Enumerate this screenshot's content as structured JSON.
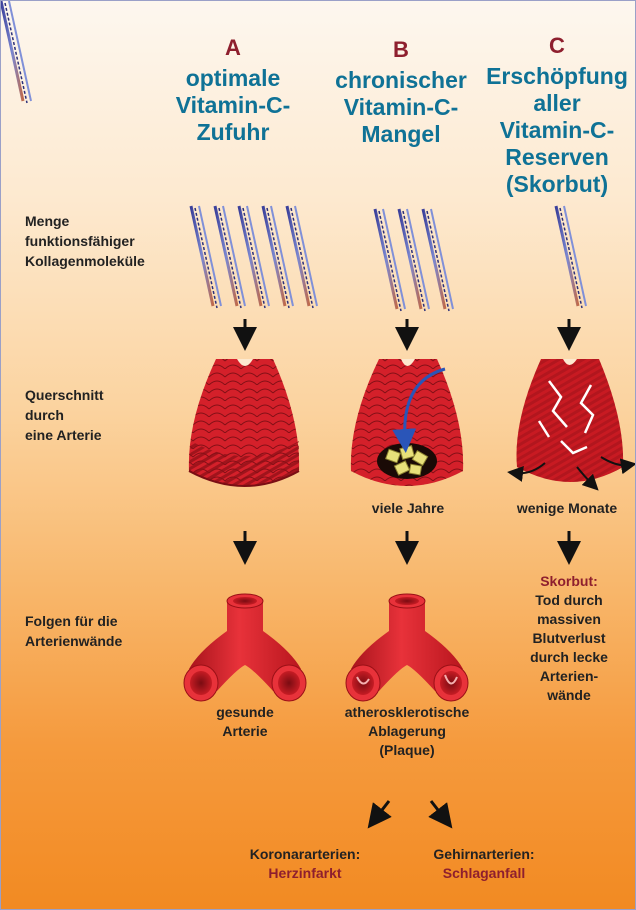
{
  "columns": [
    {
      "letter": "A",
      "title_lines": [
        "optimale",
        "Vitamin-C-",
        "Zufuhr"
      ]
    },
    {
      "letter": "B",
      "title_lines": [
        "chronischer",
        "Vitamin-C-",
        "Mangel"
      ]
    },
    {
      "letter": "C",
      "title_lines": [
        "Erschöpfung",
        "aller",
        "Vitamin-C-",
        "Reserven",
        "(Skorbut)"
      ]
    }
  ],
  "row_labels": {
    "collagen": [
      "Menge",
      "funktionsfähiger",
      "Kollagenmoleküle"
    ],
    "cross_section": [
      "Querschnitt",
      "durch",
      "eine Arterie"
    ],
    "consequences": [
      "Folgen für die",
      "Arterienwände"
    ]
  },
  "time_labels": {
    "b": "viele Jahre",
    "c": "wenige Monate"
  },
  "outcomes": {
    "a": [
      "gesunde",
      "Arterie"
    ],
    "b": [
      "atherosklerotische",
      "Ablagerung",
      "(Plaque)"
    ],
    "c_heading": "Skorbut:",
    "c_lines": [
      "Tod durch",
      "massiven",
      "Blutverlust",
      "durch lecke",
      "Arterien-",
      "wände"
    ]
  },
  "bottom": {
    "left_label": "Koronararterien:",
    "left_value": "Herzinfarkt",
    "right_label": "Gehirnarterien:",
    "right_value": "Schlaganfall"
  },
  "colors": {
    "accent_red": "#8e1f2e",
    "title_blue": "#0f7296",
    "artery_red": "#d4202a",
    "plaque_yellow": "#e8e07a"
  }
}
